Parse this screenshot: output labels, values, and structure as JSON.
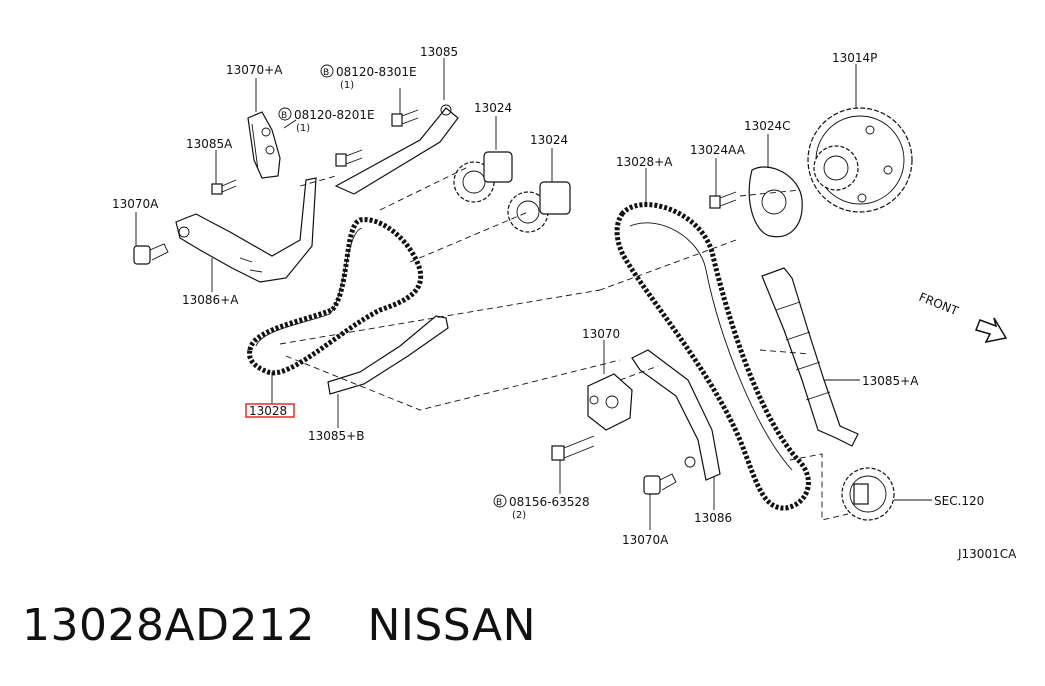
{
  "labels": {
    "l13070A_plus": "13070+A",
    "l08120_8301E": "08120-8301E",
    "l08120_8301E_qty": "(1)",
    "l13085": "13085",
    "l08120_8201E": "08120-8201E",
    "l08120_8201E_qty": "(1)",
    "l13085A": "13085A",
    "l13024_a": "13024",
    "l13024_b": "13024",
    "l13070A": "13070A",
    "l13086A": "13086+A",
    "l13028": "13028",
    "l13085B": "13085+B",
    "l13014P": "13014P",
    "l13024C": "13024C",
    "l13028A": "13028+A",
    "l13024AA": "13024AA",
    "front": "FRONT",
    "l13070": "13070",
    "l13085A_plus": "13085+A",
    "l08156_63528": "08156-63528",
    "l08156_63528_qty": "(2)",
    "l13070A_b": "13070A",
    "l13086": "13086",
    "sec120": "SEC.120",
    "diagram_id": "J13001CA",
    "bolt_marker": "B"
  },
  "footer": {
    "part_number": "13028AD212",
    "brand": "NISSAN"
  },
  "highlight_color": "#e0201c"
}
